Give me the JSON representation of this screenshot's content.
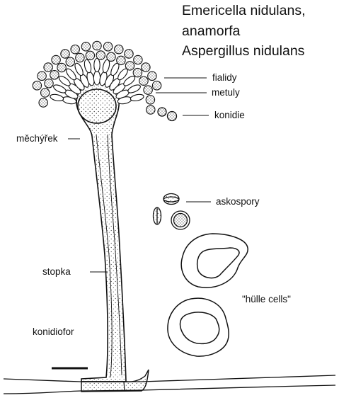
{
  "title": {
    "line1": "Emericella nidulans,",
    "line2": "anamorfa",
    "line3": "Aspergillus nidulans"
  },
  "labels": {
    "fialidy": "fialidy",
    "metuly": "metuly",
    "konidie": "konidie",
    "mechyrek": "měchýřek",
    "askospory": "askospory",
    "stopka": "stopka",
    "hulle": "\"hülle cells\"",
    "konidiofor": "konidiofor"
  },
  "colors": {
    "ink": "#111111",
    "stipple": "#444444",
    "background": "#ffffff"
  }
}
